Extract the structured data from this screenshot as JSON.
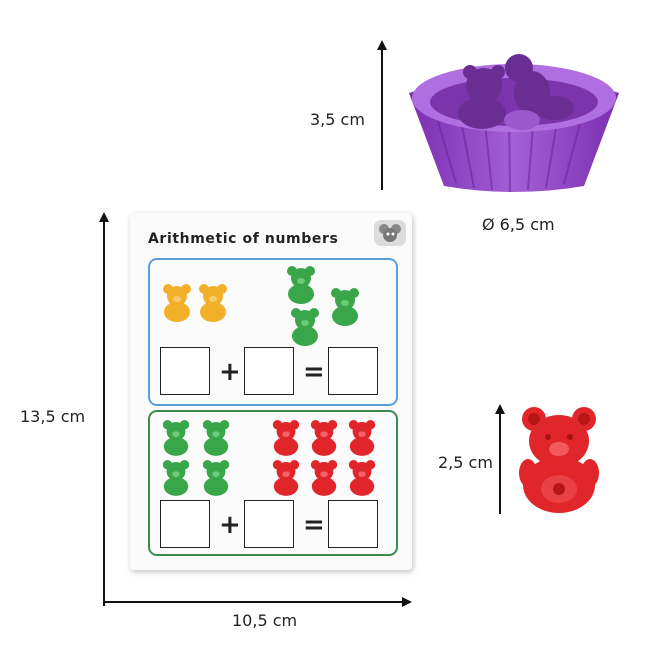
{
  "dimensions": {
    "cup_height": "3,5 cm",
    "cup_diameter": "Ø 6,5 cm",
    "card_height": "13,5 cm",
    "card_width": "10,5 cm",
    "bear_height": "2,5 cm"
  },
  "card": {
    "title": "Arithmetic of numbers",
    "operators": {
      "plus": "+",
      "equals": "="
    }
  },
  "colors": {
    "cup": "#8a3fbf",
    "yellow_bear": "#f2b02a",
    "green_bear": "#3aa64a",
    "red_bear": "#e0262a",
    "panel_a_border": "#5a9fd8",
    "panel_b_border": "#3d8a4e"
  }
}
